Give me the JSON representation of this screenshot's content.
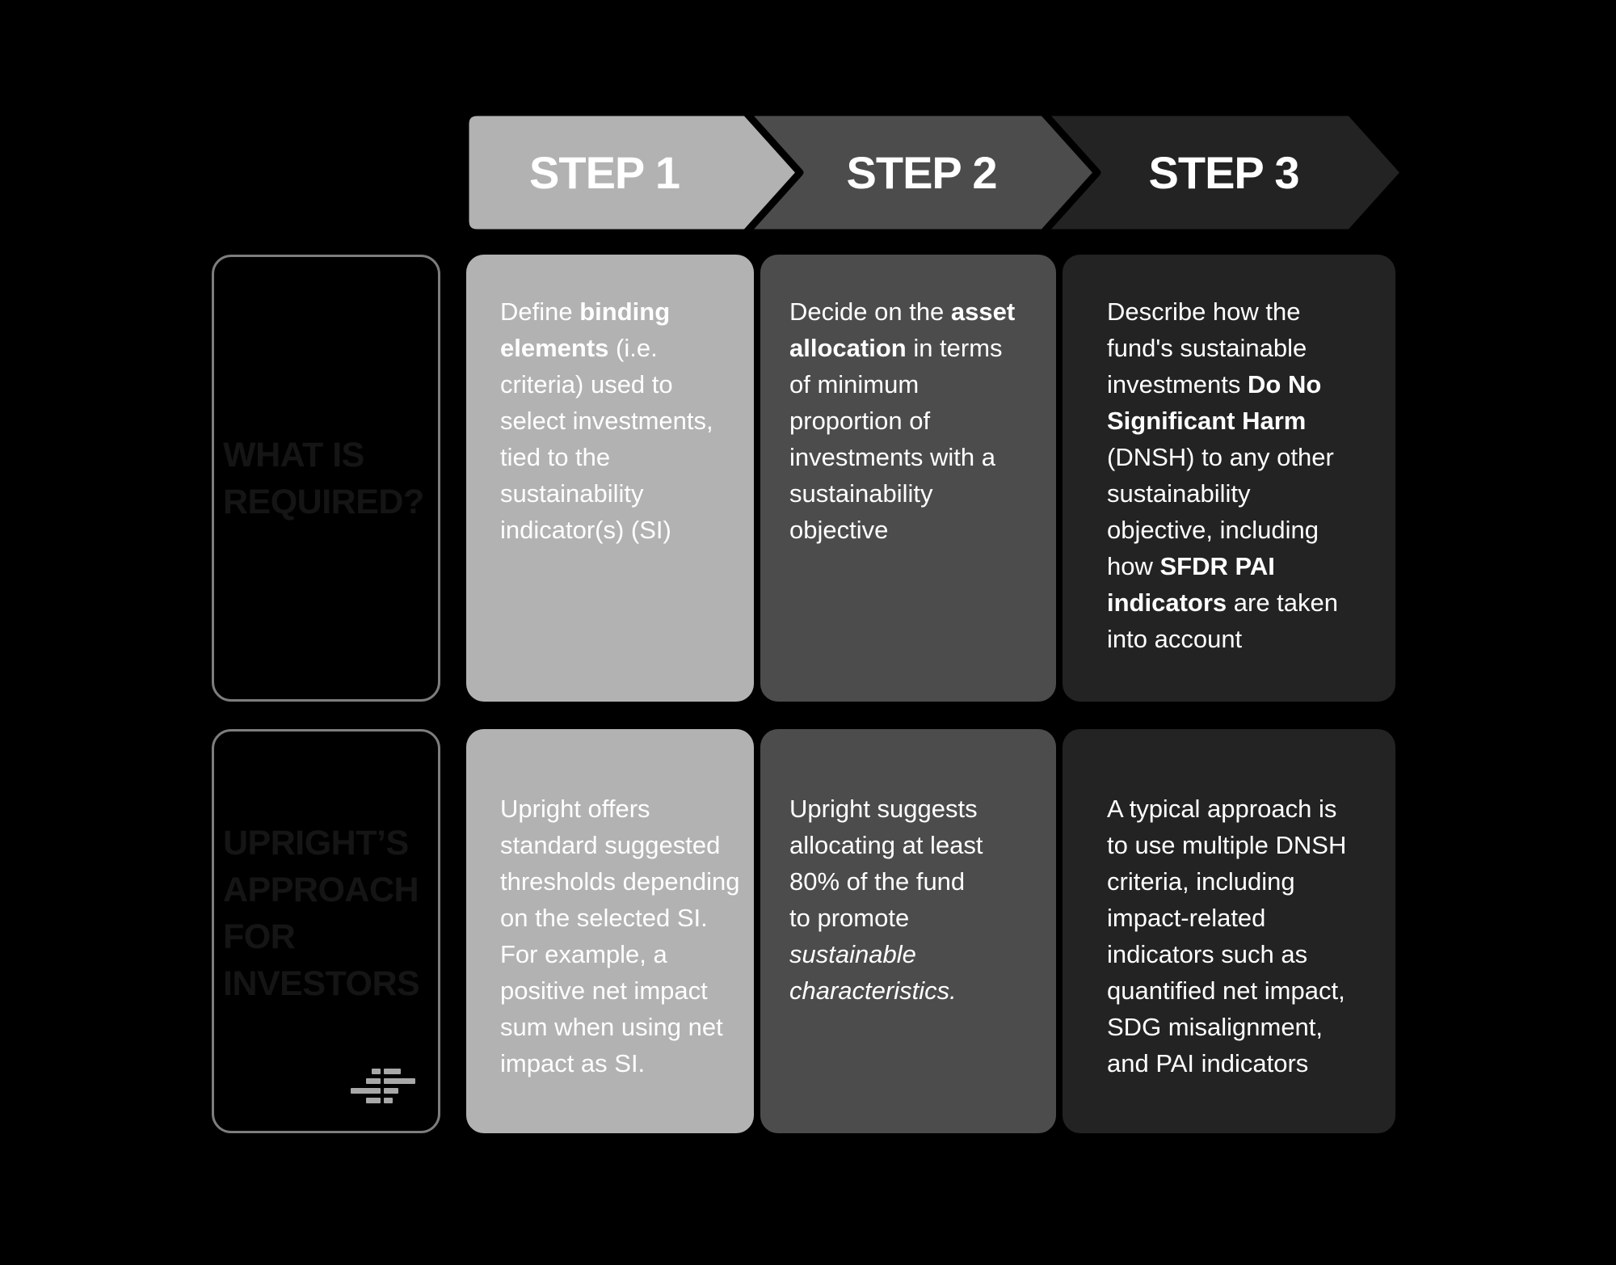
{
  "theme": {
    "bg": "#000000",
    "step1": "#b2b2b2",
    "step2": "#4c4c4c",
    "step3": "#232323",
    "card_text": "#ffffff",
    "label_text": "#151515",
    "label_border": "#7d7d7d",
    "logo_bar": "#a8a8a8",
    "step_label_text": "#ffffff",
    "arrow_outline": "#000000"
  },
  "banner": {
    "steps": [
      {
        "label": "STEP 1"
      },
      {
        "label": "STEP 2"
      },
      {
        "label": "STEP 3"
      }
    ]
  },
  "row_headers": [
    {
      "lines": [
        "WHAT IS",
        "REQUIRED?"
      ]
    },
    {
      "lines": [
        "UPRIGHT’S",
        "APPROACH",
        "FOR",
        "INVESTORS"
      ],
      "logo_icon": "upright-logo-icon"
    }
  ],
  "content": {
    "rows": [
      {
        "cells": [
          {
            "segments": [
              {
                "text": "Define "
              },
              {
                "text": "binding\nelements",
                "bold": true
              },
              {
                "text": " (i.e.\ncriteria) used to\nselect investments,\ntied to the\nsustainability\nindicator(s) (SI)"
              }
            ]
          },
          {
            "segments": [
              {
                "text": "Decide on the "
              },
              {
                "text": "asset\nallocation",
                "bold": true
              },
              {
                "text": " in terms\nof minimum\nproportion of\ninvestments with a\nsustainability\nobjective"
              }
            ]
          },
          {
            "segments": [
              {
                "text": "Describe how the\nfund's sustainable\ninvestments "
              },
              {
                "text": "Do No\nSignificant Harm",
                "bold": true
              },
              {
                "text": "\n(DNSH) to any other\nsustainability\nobjective, including\nhow "
              },
              {
                "text": "SFDR PAI\nindicators",
                "bold": true
              },
              {
                "text": " are taken\ninto account"
              }
            ]
          }
        ]
      },
      {
        "cells": [
          {
            "segments": [
              {
                "text": "Upright offers\nstandard suggested\nthresholds depending\non the selected SI.\nFor example, a\npositive net impact\nsum when using net\nimpact as SI."
              }
            ]
          },
          {
            "segments": [
              {
                "text": "Upright suggests\nallocating at least\n80% of the fund\nto promote\n"
              },
              {
                "text": "sustainable\ncharacteristics.",
                "italic": true
              }
            ]
          },
          {
            "segments": [
              {
                "text": "A typical approach is\nto use multiple DNSH\ncriteria, including\nimpact-related\nindicators such as\nquantified net impact,\nSDG misalignment,\nand PAI indicators"
              }
            ]
          }
        ]
      }
    ]
  }
}
